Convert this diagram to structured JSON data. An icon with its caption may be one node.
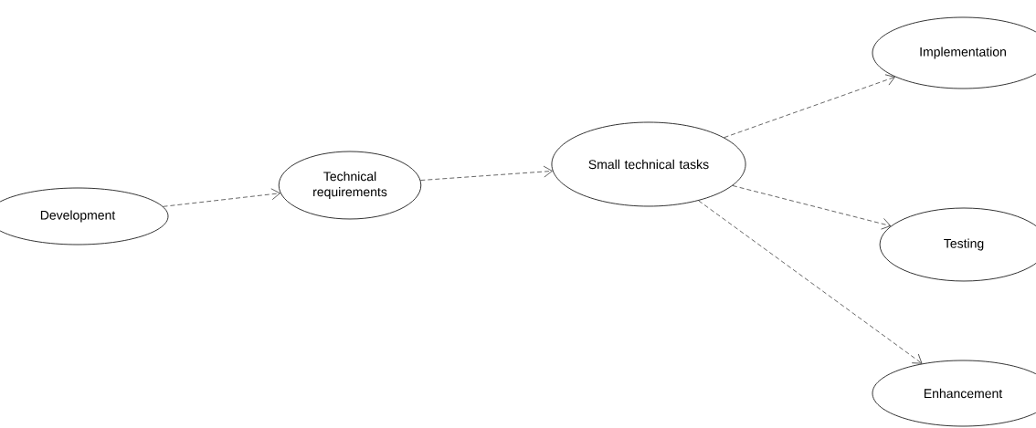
{
  "diagram": {
    "nodes": [
      {
        "text": [
          "Development"
        ]
      },
      {
        "text": [
          "Technical requirements"
        ]
      },
      {
        "text": [
          "Small technical tasks"
        ]
      },
      {
        "text": [
          "Implementation"
        ]
      },
      {
        "text": [
          "Testing"
        ]
      },
      {
        "text": [
          "Enhancement"
        ]
      }
    ],
    "edges": [
      {
        "from": 0,
        "to": 1,
        "arrow": "to",
        "style": "dashed"
      },
      {
        "from": 1,
        "to": 2,
        "arrow": "to",
        "style": "dashed"
      },
      {
        "from": 2,
        "to": 3,
        "arrow": "to",
        "style": "dashed"
      },
      {
        "from": 2,
        "to": 4,
        "arrow": "to",
        "style": "dashed"
      },
      {
        "from": 2,
        "to": 5,
        "arrow": "to",
        "style": "dashed"
      }
    ]
  }
}
